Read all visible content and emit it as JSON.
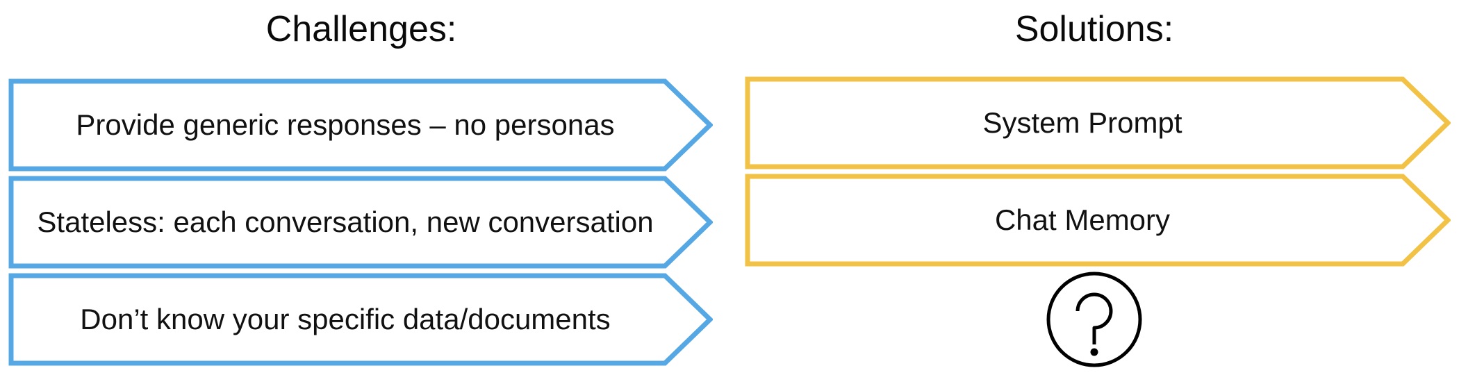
{
  "palette": {
    "background": "#ffffff",
    "challenge_stroke": "#55a8e3",
    "solution_stroke": "#f2c246",
    "text": "#111111",
    "icon_stroke": "#000000"
  },
  "columns": {
    "left": {
      "heading": "Challenges:",
      "accent": "#55a8e3",
      "items": [
        {
          "label": "Provide generic responses – no personas"
        },
        {
          "label": "Stateless: each conversation, new conversation"
        },
        {
          "label": "Don’t know your specific data/documents"
        }
      ]
    },
    "right": {
      "heading": "Solutions:",
      "accent": "#f2c246",
      "items": [
        {
          "label": "System Prompt"
        },
        {
          "label": "Chat Memory"
        }
      ],
      "placeholder_icon": "question-mark-circle-icon"
    }
  }
}
